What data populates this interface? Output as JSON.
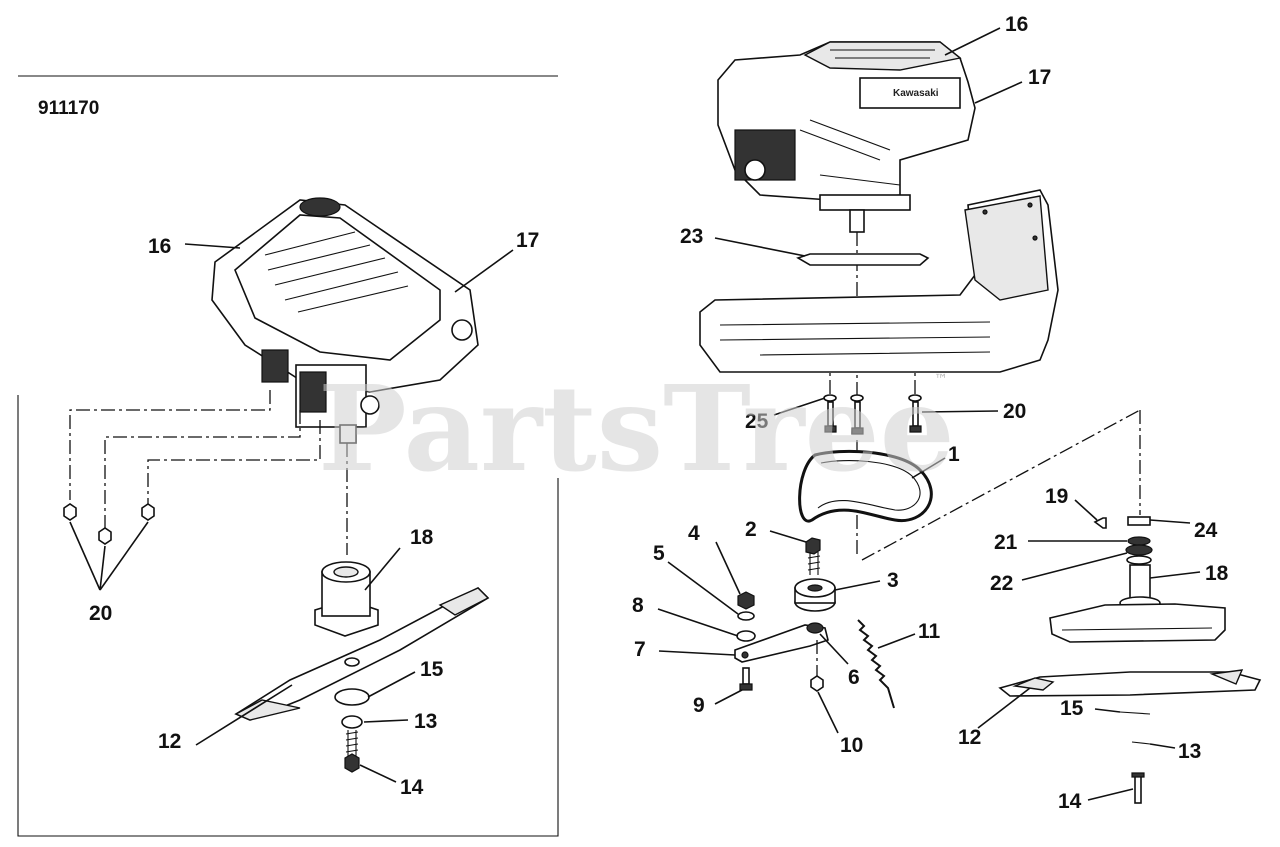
{
  "diagram": {
    "part_number": "911170",
    "watermark": "PartsTree",
    "watermark_tm": "™",
    "engine_brand": "Kawasaki",
    "left_callouts": [
      "16",
      "17",
      "20",
      "18",
      "15",
      "13",
      "12",
      "14"
    ],
    "right_callouts": [
      "16",
      "17",
      "23",
      "25",
      "20",
      "1",
      "2",
      "4",
      "5",
      "8",
      "7",
      "9",
      "3",
      "6",
      "11",
      "10",
      "19",
      "24",
      "21",
      "22",
      "18",
      "12",
      "15",
      "13",
      "14"
    ]
  }
}
